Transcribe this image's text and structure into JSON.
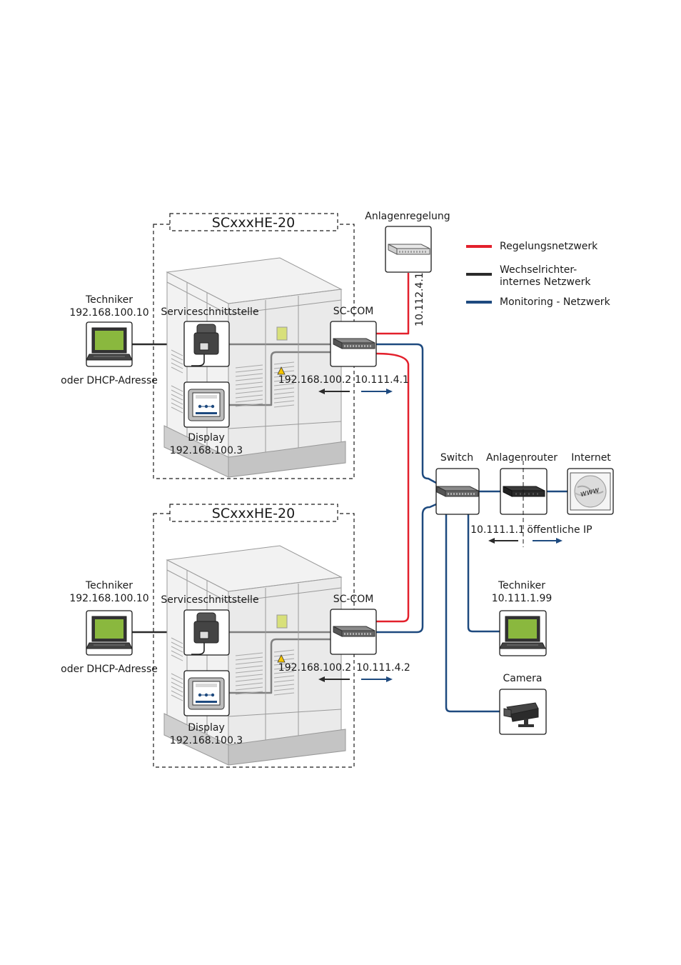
{
  "colors": {
    "control": "#e3202c",
    "internal": "#2b2b2b",
    "monitoring": "#1e4a7f",
    "text": "#1a1a1a"
  },
  "legend": {
    "control": "Regelungsnetzwerk",
    "internal_line1": "Wechselrichter-",
    "internal_line2": "internes Netzwerk",
    "monitoring": "Monitoring - Netzwerk"
  },
  "plant_control": {
    "label": "Anlagenregelung",
    "ip": "10.112.4.1"
  },
  "inverters": [
    {
      "title": "SCxxxHE-20",
      "tech_label": "Techniker",
      "tech_ip": "192.168.100.10",
      "tech_alt": "oder DHCP-Adresse",
      "service_label": "Serviceschnittstelle",
      "sccom_label": "SC-COM",
      "internal_ip": "192.168.100.2",
      "monitoring_ip": "10.111.4.1",
      "display_label": "Display",
      "display_ip": "192.168.100.3"
    },
    {
      "title": "SCxxxHE-20",
      "tech_label": "Techniker",
      "tech_ip": "192.168.100.10",
      "tech_alt": "oder DHCP-Adresse",
      "service_label": "Serviceschnittstelle",
      "sccom_label": "SC-COM",
      "internal_ip": "192.168.100.2",
      "monitoring_ip": "10.111.4.2",
      "display_label": "Display",
      "display_ip": "192.168.100.3"
    }
  ],
  "network": {
    "switch_label": "Switch",
    "router_label": "Anlagenrouter",
    "internet_label": "Internet",
    "www_text": "www",
    "router_ip": "10.111.1.1",
    "public_ip": "öffentliche IP",
    "tech_label": "Techniker",
    "tech_ip": "10.111.1.99",
    "camera_label": "Camera"
  }
}
